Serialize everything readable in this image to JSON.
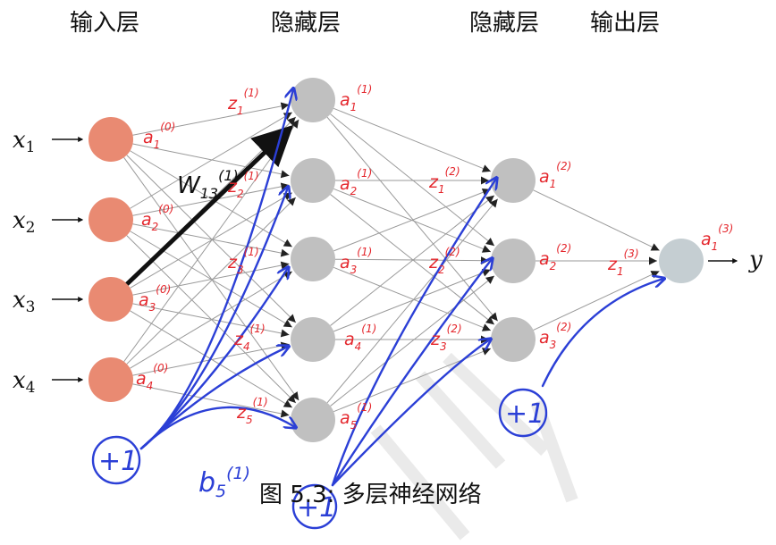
{
  "titles": {
    "input": "输入层",
    "hidden1": "隐藏层",
    "hidden2": "隐藏层",
    "output": "输出层"
  },
  "inputs": {
    "var": "x",
    "subs": [
      "1",
      "2",
      "3",
      "4"
    ]
  },
  "output": {
    "label": "y"
  },
  "annotations": {
    "input_activations": [
      {
        "base": "a",
        "sub": "1",
        "sup": "(0)"
      },
      {
        "base": "a",
        "sub": "2",
        "sup": "(0)"
      },
      {
        "base": "a",
        "sub": "3",
        "sup": "(0)"
      },
      {
        "base": "a",
        "sub": "4",
        "sup": "(0)"
      }
    ],
    "hidden1_z": [
      {
        "base": "z",
        "sub": "1",
        "sup": "(1)"
      },
      {
        "base": "z",
        "sub": "2",
        "sup": "(1)"
      },
      {
        "base": "z",
        "sub": "3",
        "sup": "(1)"
      },
      {
        "base": "z",
        "sub": "4",
        "sup": "(1)"
      },
      {
        "base": "z",
        "sub": "5",
        "sup": "(1)"
      }
    ],
    "hidden1_a": [
      {
        "base": "a",
        "sub": "1",
        "sup": "(1)"
      },
      {
        "base": "a",
        "sub": "2",
        "sup": "(1)"
      },
      {
        "base": "a",
        "sub": "3",
        "sup": "(1)"
      },
      {
        "base": "a",
        "sub": "4",
        "sup": "(1)"
      },
      {
        "base": "a",
        "sub": "5",
        "sup": "(1)"
      }
    ],
    "hidden2_z": [
      {
        "base": "z",
        "sub": "1",
        "sup": "(2)"
      },
      {
        "base": "z",
        "sub": "2",
        "sup": "(2)"
      },
      {
        "base": "z",
        "sub": "3",
        "sup": "(2)"
      }
    ],
    "hidden2_a": [
      {
        "base": "a",
        "sub": "1",
        "sup": "(2)"
      },
      {
        "base": "a",
        "sub": "2",
        "sup": "(2)"
      },
      {
        "base": "a",
        "sub": "3",
        "sup": "(2)"
      }
    ],
    "output_z": {
      "base": "z",
      "sub": "1",
      "sup": "(3)"
    },
    "output_a": {
      "base": "a",
      "sub": "1",
      "sup": "(3)"
    },
    "weight": {
      "base": "W",
      "sub": "13",
      "sup": "(1)"
    },
    "bias": {
      "base": "b",
      "sub": "5",
      "sup": "(1)"
    },
    "bias_unit": "+1"
  },
  "caption": "图 5.3: 多层神经网络",
  "colors": {
    "input_node": "#e98a72",
    "hidden_node": "#c0c0c0",
    "output_node": "#c5ced2",
    "annotation_red": "#e4262c",
    "annotation_blue": "#2b3fd6"
  }
}
